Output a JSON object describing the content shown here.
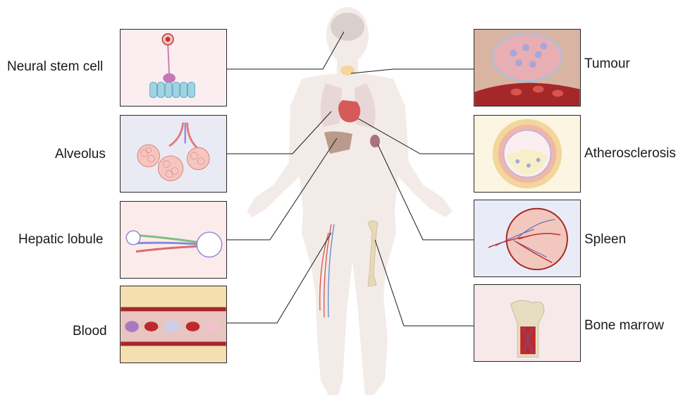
{
  "labels": {
    "neural": "Neural stem cell",
    "alveolus": "Alveolus",
    "hepatic": "Hepatic lobule",
    "blood": "Blood",
    "tumour": "Tumour",
    "athero": "Atherosclerosis",
    "spleen": "Spleen",
    "marrow": "Bone marrow"
  },
  "colors": {
    "neural_bg": "#fbeef0",
    "alveolus_bg": "#eaeaf5",
    "hepatic_bg": "#fbeceb",
    "blood_bg": "#f4dfb0",
    "tumour_bg": "#d9b4a2",
    "athero_bg": "#fbf5e2",
    "spleen_bg": "#e9ecf7",
    "marrow_bg": "#f7e9ea",
    "body": "#f3ebe7",
    "connector": "#1a1a1a"
  }
}
